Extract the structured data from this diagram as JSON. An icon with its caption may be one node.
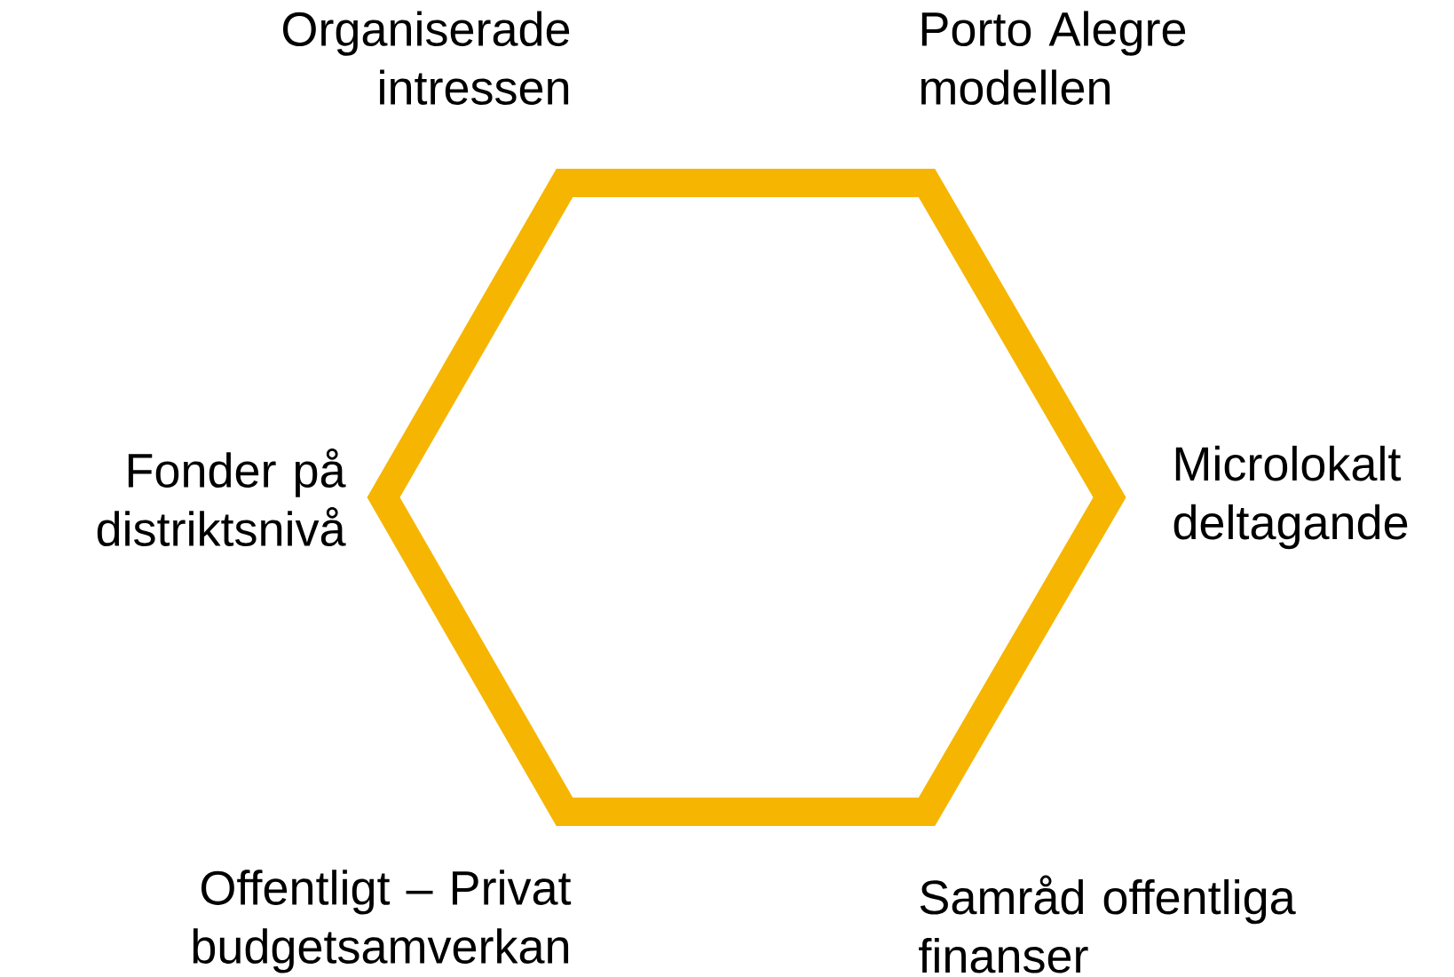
{
  "diagram": {
    "labels": [
      "Organiserade intressen",
      "Porto Alegre modellen",
      "Fonder på distriktsnivå",
      "Microlokalt deltagande",
      "Offentligt – Privat budgetsamverkan",
      "Samråd offentliga finanser"
    ]
  }
}
